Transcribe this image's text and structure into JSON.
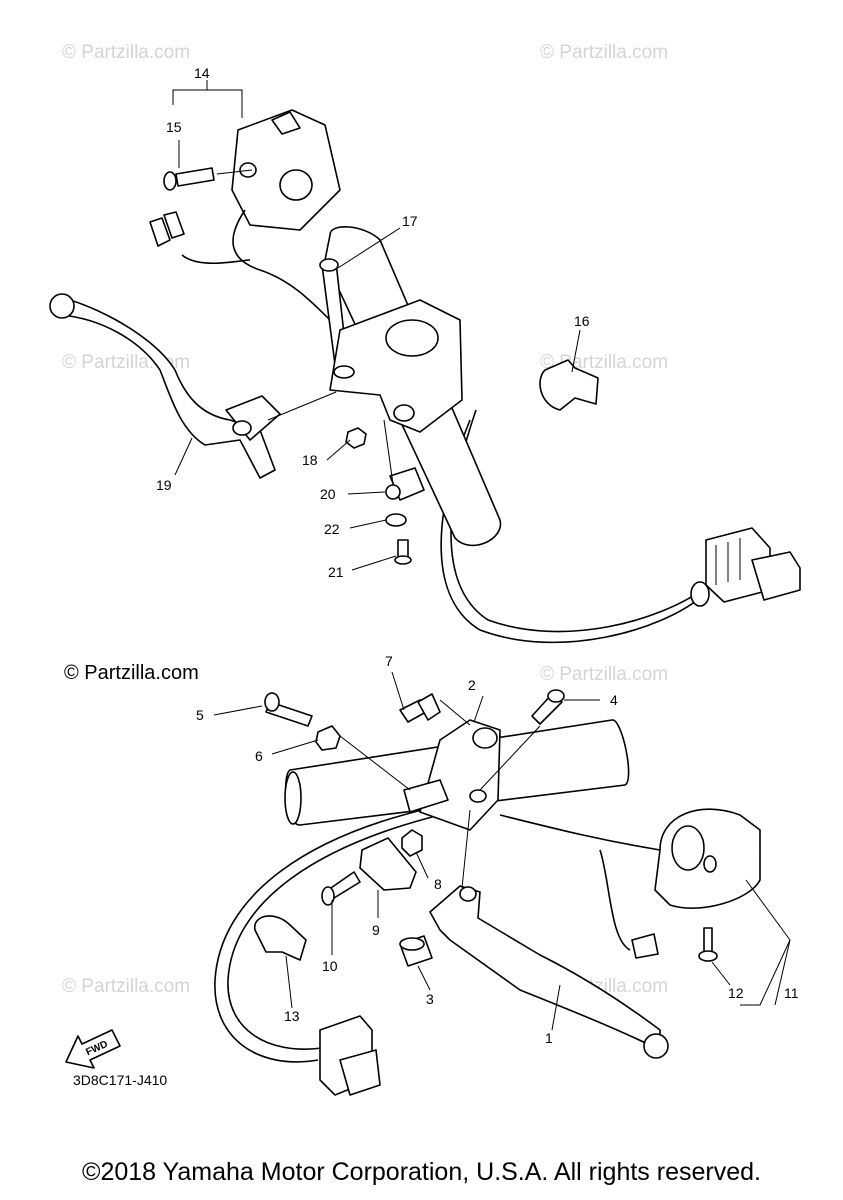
{
  "watermarks": [
    "© Partzilla.com",
    "© Partzilla.com",
    "© Partzilla.com",
    "© Partzilla.com",
    "© Partzilla.com",
    "© Partzilla.com",
    "© Partzilla.com"
  ],
  "copyright_main": "© Partzilla.com",
  "diagram_code": "3D8C171-J410",
  "fwd_label": "FWD",
  "footer": "©2018 Yamaha Motor Corporation, U.S.A. All rights reserved.",
  "callouts": [
    "1",
    "2",
    "3",
    "4",
    "5",
    "6",
    "7",
    "8",
    "9",
    "10",
    "11",
    "12",
    "13",
    "14",
    "15",
    "16",
    "17",
    "18",
    "19",
    "20",
    "21",
    "22"
  ]
}
